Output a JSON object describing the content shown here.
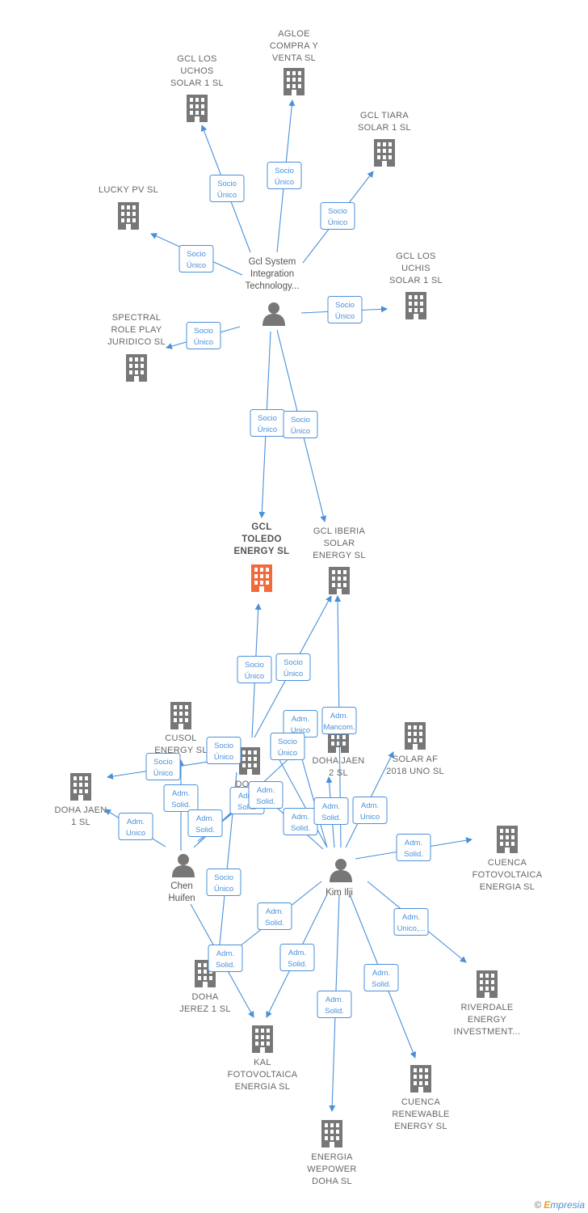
{
  "nodes": [
    {
      "id": "agloe",
      "type": "company",
      "label": [
        "AGLOE",
        "COMPRA Y",
        "VENTA  SL"
      ]
    },
    {
      "id": "lucheros",
      "type": "company",
      "label": [
        "GCL LOS",
        "UCHOS",
        "SOLAR 1  SL"
      ]
    },
    {
      "id": "tiara",
      "type": "company",
      "label": [
        "GCL TIARA",
        "SOLAR 1  SL"
      ]
    },
    {
      "id": "lucky",
      "type": "company",
      "label": [
        "LUCKY PV  SL"
      ]
    },
    {
      "id": "uchis",
      "type": "company",
      "label": [
        "GCL LOS",
        "UCHIS",
        "SOLAR 1  SL"
      ]
    },
    {
      "id": "spectral",
      "type": "company",
      "label": [
        "SPECTRAL",
        "ROLE PLAY",
        "JURIDICO  SL"
      ]
    },
    {
      "id": "gclsys",
      "type": "person",
      "label": [
        "Gcl System",
        "Integration",
        "Technology..."
      ]
    },
    {
      "id": "toledo",
      "type": "company",
      "focus": true,
      "label": [
        "GCL",
        "TOLEDO",
        "ENERGY  SL"
      ]
    },
    {
      "id": "iberia",
      "type": "company",
      "label": [
        "GCL IBERIA",
        "SOLAR",
        "ENERGY  SL"
      ]
    },
    {
      "id": "cusol",
      "type": "company",
      "label": [
        "CUSOL",
        "ENERGY  SL"
      ]
    },
    {
      "id": "doinv",
      "type": "company",
      "label": [
        "DO",
        "INV"
      ]
    },
    {
      "id": "dohajaen2",
      "type": "company",
      "label": [
        "DOHA JAEN",
        "2  SL"
      ]
    },
    {
      "id": "solaraf",
      "type": "company",
      "label": [
        "SOLAR AF",
        "2018 UNO  SL"
      ]
    },
    {
      "id": "dohajaen1",
      "type": "company",
      "label": [
        "DOHA JAEN",
        "1  SL"
      ]
    },
    {
      "id": "chen",
      "type": "person",
      "label": [
        "Chen",
        "Huifen"
      ]
    },
    {
      "id": "kim",
      "type": "person",
      "label": [
        "Kim Ilji"
      ]
    },
    {
      "id": "cuencafv",
      "type": "company",
      "label": [
        "CUENCA",
        "FOTOVOLTAICA",
        "ENERGIA  SL"
      ]
    },
    {
      "id": "dohajerez",
      "type": "company",
      "label": [
        "DOHA",
        "JEREZ 1  SL"
      ]
    },
    {
      "id": "kal",
      "type": "company",
      "label": [
        "KAL",
        "FOTOVOLTAICA",
        "ENERGIA  SL"
      ]
    },
    {
      "id": "riverdale",
      "type": "company",
      "label": [
        "RIVERDALE",
        "ENERGY",
        "INVESTMENT..."
      ]
    },
    {
      "id": "cuencaren",
      "type": "company",
      "label": [
        "CUENCA",
        "RENEWABLE",
        "ENERGY  SL"
      ]
    },
    {
      "id": "wepower",
      "type": "company",
      "label": [
        "ENERGIA",
        "WEPOWER",
        "DOHA  SL"
      ]
    }
  ],
  "edges": [
    {
      "label": [
        "Socio",
        "Único"
      ]
    },
    {
      "label": [
        "Socio",
        "Único"
      ]
    },
    {
      "label": [
        "Socio",
        "Único"
      ]
    },
    {
      "label": [
        "Socio",
        "Único"
      ]
    },
    {
      "label": [
        "Socio",
        "Único"
      ]
    },
    {
      "label": [
        "Socio",
        "Único"
      ]
    },
    {
      "label": [
        "Socio",
        "Único"
      ]
    },
    {
      "label": [
        "Socio",
        "Único"
      ]
    },
    {
      "label": [
        "Socio",
        "Único"
      ]
    },
    {
      "label": [
        "Socio",
        "Único"
      ]
    },
    {
      "label": [
        "Socio",
        "Único"
      ]
    },
    {
      "label": [
        "Socio",
        "Único"
      ]
    },
    {
      "label": [
        "Adm.",
        "Solid."
      ]
    },
    {
      "label": [
        "Adm.",
        "Unico"
      ]
    },
    {
      "label": [
        "Adm.",
        "Solid."
      ]
    },
    {
      "label": [
        "Socio",
        "Único"
      ]
    },
    {
      "label": [
        "Adm.",
        "Solid."
      ]
    },
    {
      "label": [
        "Adm.",
        "Solid."
      ]
    },
    {
      "label": [
        "Adm.",
        "Unico"
      ]
    },
    {
      "label": [
        "Adm.",
        "Mancom."
      ]
    },
    {
      "label": [
        "Socio",
        "Único"
      ]
    },
    {
      "label": [
        "Adm.",
        "Solid."
      ]
    },
    {
      "label": [
        "Adm.",
        "Solid."
      ]
    },
    {
      "label": [
        "Adm.",
        "Unico"
      ]
    },
    {
      "label": [
        "Adm.",
        "Solid."
      ]
    },
    {
      "label": [
        "Adm.",
        "Unico,..."
      ]
    },
    {
      "label": [
        "Adm.",
        "Solid."
      ]
    },
    {
      "label": [
        "Adm.",
        "Solid."
      ]
    },
    {
      "label": [
        "Adm.",
        "Solid."
      ]
    },
    {
      "label": [
        "Adm.",
        "Solid."
      ]
    },
    {
      "label": [
        "Adm.",
        "Solid."
      ]
    }
  ],
  "colors": {
    "edge": "#4a90d9",
    "building": "#777777",
    "focus": "#f26a3a",
    "person": "#777777"
  },
  "footer": {
    "copyright": "©",
    "brand_initial": "E",
    "brand_rest": "mpresia"
  }
}
